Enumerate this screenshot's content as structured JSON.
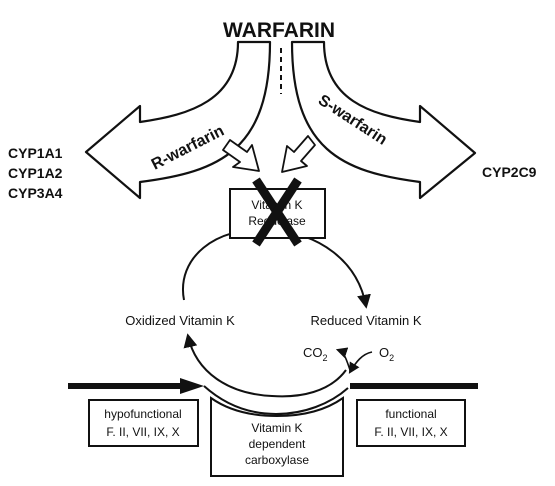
{
  "drug": "WARFARIN",
  "enantiomers": {
    "r": "R-warfarin",
    "s": "S-warfarin"
  },
  "enzymes_r": [
    "CYP1A1",
    "CYP1A2",
    "CYP3A4"
  ],
  "enzyme_s": "CYP2C9",
  "reductase": [
    "Vitamin K",
    "Reductase"
  ],
  "cycle": {
    "oxidized": "Oxidized Vitamin K",
    "reduced": "Reduced Vitamin K"
  },
  "gases": {
    "co2_base": "CO",
    "co2_sub": "2",
    "o2_base": "O",
    "o2_sub": "2"
  },
  "hypofunctional": [
    "hypofunctional",
    "F. II, VII, IX, X"
  ],
  "functional": [
    "functional",
    "F. II, VII, IX, X"
  ],
  "carboxylase": [
    "Vitamin K",
    "dependent",
    "carboxylase"
  ]
}
